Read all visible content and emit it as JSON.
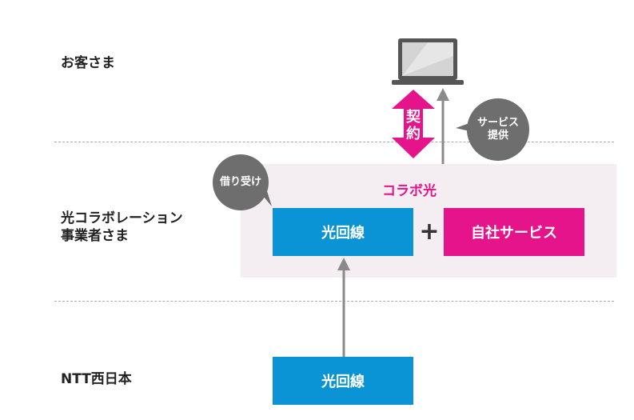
{
  "rows": {
    "customer": "お客さま",
    "operator_line1": "光コラボレーション",
    "operator_line2": "事業者さま",
    "ntt": "NTT西日本"
  },
  "collab": {
    "title": "コラボ光",
    "fiber_label": "光回線",
    "plus": "+",
    "own_service_label": "自社サービス"
  },
  "ntt_box": {
    "fiber_label": "光回線"
  },
  "bubbles": {
    "lease_line1": "借り受け",
    "service_line1": "サービス",
    "service_line2": "提供"
  },
  "contract": {
    "line1": "契",
    "line2": "約"
  },
  "icons": {
    "customer_device": "laptop-icon"
  },
  "colors": {
    "blue": "#0a94d6",
    "pink": "#e6148b",
    "gray": "#6e6e6e",
    "area": "#f4eef3"
  }
}
